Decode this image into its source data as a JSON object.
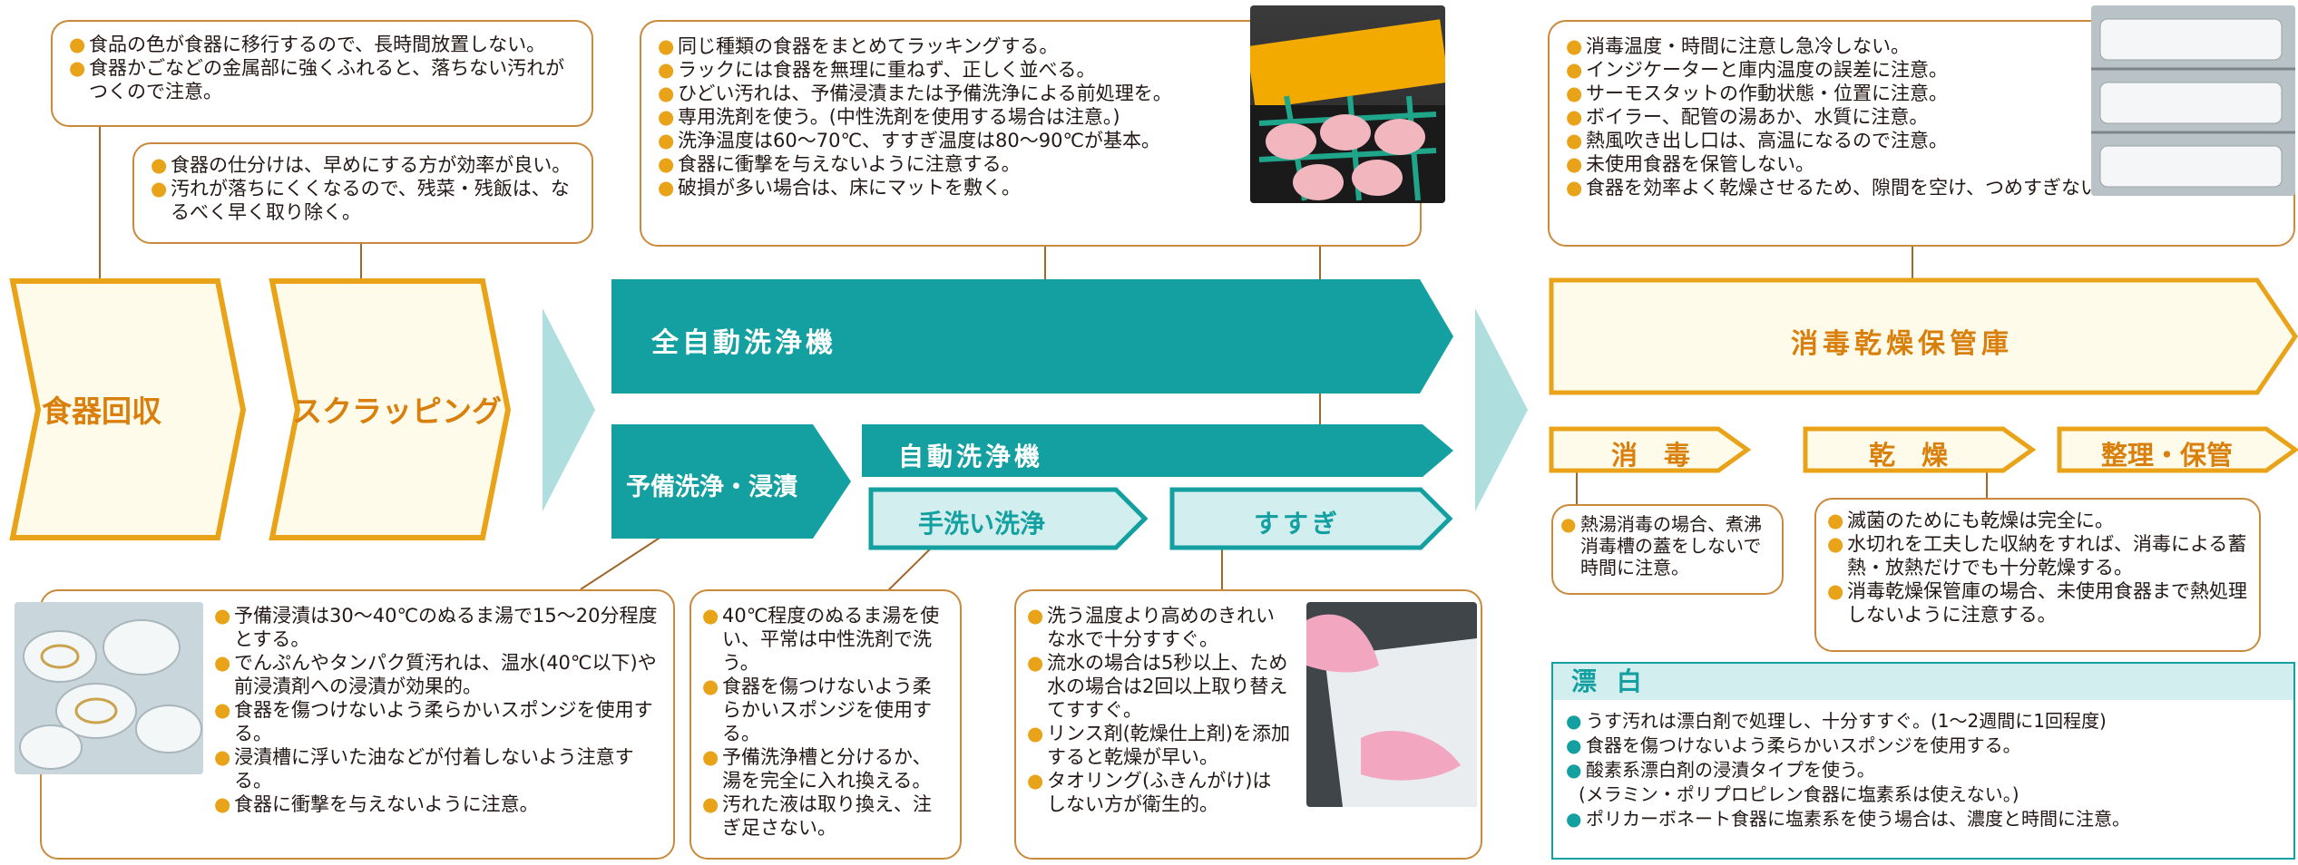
{
  "steps": {
    "shokki_kaishu": "食器回収",
    "scraping": "スクラッピング",
    "zen_jido": "全自動洗浄機",
    "yobi": "予備洗浄・浸漬",
    "jido": "自動洗浄機",
    "tearai": "手洗い洗浄",
    "susugi": "すすぎ",
    "shodoku_kanso": "消毒乾燥保管庫",
    "shodoku": "消　毒",
    "kanso": "乾　燥",
    "seiri": "整理・保管"
  },
  "notes": {
    "kaishu": [
      "食品の色が食器に移行するので、長時間放置しない。",
      "食器かごなどの金属部に強くふれると、落ちない汚れがつくので注意。"
    ],
    "scraping": [
      "食器の仕分けは、早めにする方が効率が良い。",
      "汚れが落ちにくくなるので、残菜・残飯は、なるべく早く取り除く。"
    ],
    "zen_jido": [
      "同じ種類の食器をまとめてラッキングする。",
      "ラックには食器を無理に重ねず、正しく並べる。",
      "ひどい汚れは、予備浸漬または予備洗浄による前処理を。",
      "専用洗剤を使う。(中性洗剤を使用する場合は注意。)",
      "洗浄温度は60～70℃、すすぎ温度は80～90℃が基本。",
      "食器に衝撃を与えないように注意する。",
      "破損が多い場合は、床にマットを敷く。"
    ],
    "hokanko": [
      "消毒温度・時間に注意し急冷しない。",
      "インジケーターと庫内温度の誤差に注意。",
      "サーモスタットの作動状態・位置に注意。",
      "ボイラー、配管の湯あか、水質に注意。",
      "熱風吹き出し口は、高温になるので注意。",
      "未使用食器を保管しない。",
      "食器を効率よく乾燥させるため、隙間を空け、つめすぎない。"
    ],
    "yobi": [
      "予備浸漬は30～40℃のぬるま湯で15～20分程度とする。",
      "でんぷんやタンパク質汚れは、温水(40℃以下)や前浸漬剤への浸漬が効果的。",
      "食器を傷つけないよう柔らかいスポンジを使用する。",
      "浸漬槽に浮いた油などが付着しないよう注意する。",
      "食器に衝撃を与えないように注意。"
    ],
    "tearai": [
      "40℃程度のぬるま湯を使い、平常は中性洗剤で洗う。",
      "食器を傷つけないよう柔らかいスポンジを使用する。",
      "予備洗浄槽と分けるか、湯を完全に入れ換える。",
      "汚れた液は取り換え、注ぎ足さない。"
    ],
    "susugi": [
      "洗う温度より高めのきれいな水で十分すすぐ。",
      "流水の場合は5秒以上、ため水の場合は2回以上取り替えてすすぐ。",
      "リンス剤(乾燥仕上剤)を添加すると乾燥が早い。",
      "タオリング(ふきんがけ)はしない方が衛生的。"
    ],
    "shodoku": [
      "熱湯消毒の場合、煮沸消毒槽の蓋をしないで時間に注意。"
    ],
    "kanso": [
      "滅菌のためにも乾燥は完全に。",
      "水切れを工夫した収納をすれば、消毒による蓄熱・放熱だけでも十分乾燥する。",
      "消毒乾燥保管庫の場合、未使用食器まで熱処理しないように注意する。"
    ]
  },
  "hyohaku": {
    "title": "漂 白",
    "items": [
      "うす汚れは漂白剤で処理し、十分すすぐ。(1～2週間に1回程度)",
      "食器を傷つけないよう柔らかいスポンジを使用する。",
      "酸素系漂白剤の浸漬タイプを使う。",
      "(メラミン・ポリプロピレン食器に塩素系は使えない。)",
      "ポリカーボネート食器に塩素系を使う場合は、濃度と時間に注意。"
    ]
  },
  "colors": {
    "teal": "#14a0a0",
    "light_teal": "#d3eeee",
    "orange": "#e9a319",
    "cream": "#fffbea",
    "brown": "#c98a3c"
  }
}
